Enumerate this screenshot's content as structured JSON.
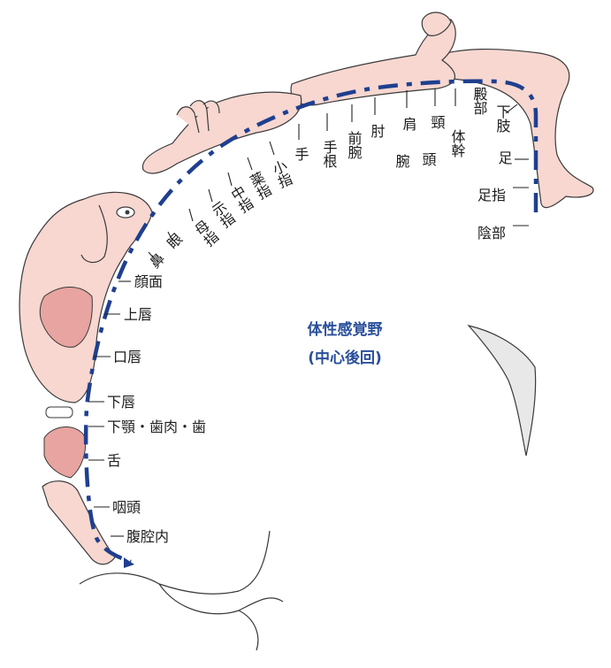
{
  "area_title": "体性感覚野",
  "area_subtitle": "(中心後回)",
  "body_parts": {
    "genitals": "陰部",
    "toes": "足指",
    "foot": "足",
    "leg": "下肢",
    "hip": "殿部",
    "trunk": "体幹",
    "neck": "頸",
    "head": "頭",
    "shoulder": "肩",
    "arm": "腕",
    "elbow": "肘",
    "forearm": "前腕",
    "wrist": "手根",
    "hand": "手",
    "little_finger": "小指",
    "ring_finger": "薬指",
    "middle_finger": "中指",
    "index_finger": "示指",
    "thumb": "母指",
    "eye": "眼",
    "nose": "鼻",
    "face": "顔面",
    "upper_lip": "上唇",
    "lips": "口唇",
    "lower_lip": "下唇",
    "jaw": "下顎・歯肉・歯",
    "tongue": "舌",
    "pharynx": "咽頭",
    "abdomen": "腹腔内"
  },
  "colors": {
    "band": "#1f3f8f",
    "skin": "#f7d7d0",
    "skin_dark": "#e7a4a0",
    "title": "#2a4f9b"
  }
}
